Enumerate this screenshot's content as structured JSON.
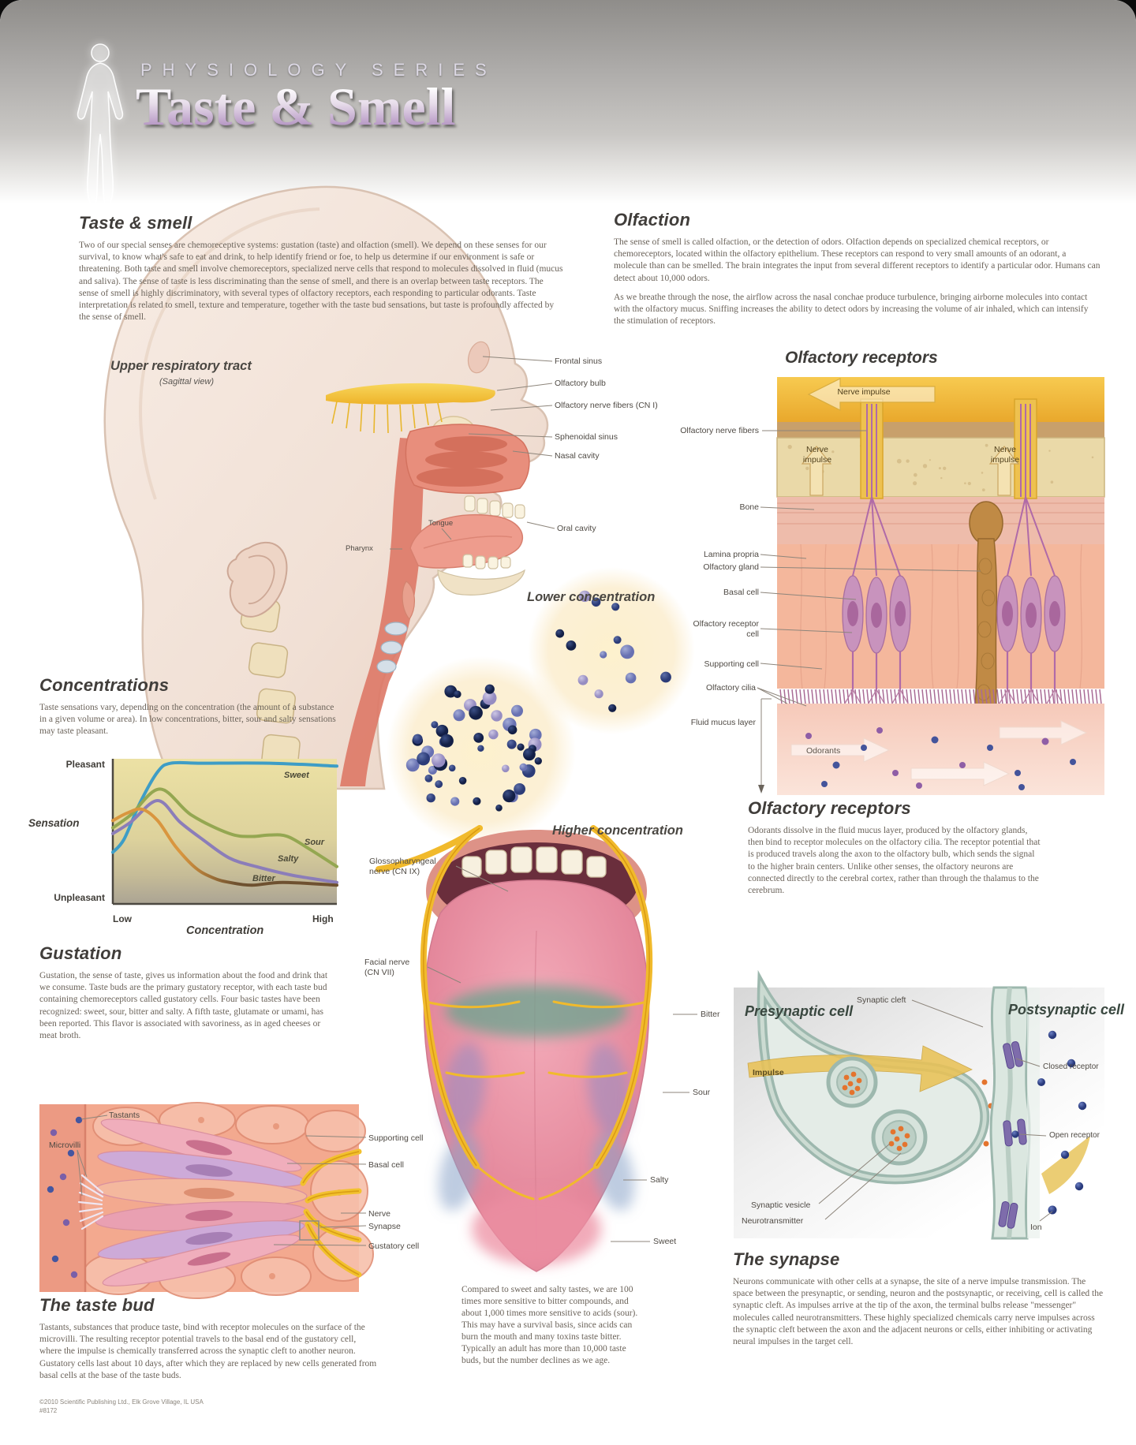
{
  "header": {
    "series": "PHYSIOLOGY SERIES",
    "title": "Taste & Smell"
  },
  "sections": {
    "taste_smell": {
      "title": "Taste & smell",
      "body": "Two of our special senses are chemoreceptive systems: gustation (taste) and olfaction (smell). We depend on these senses for our survival, to know what's safe to eat and drink, to help identify friend or foe, to help us determine if our environment is safe or threatening. Both taste and smell involve chemoreceptors, specialized nerve cells that respond to molecules dissolved in fluid (mucus and saliva). The sense of taste is less discriminating than the sense of smell, and there is an overlap between taste receptors. The sense of smell is highly discriminatory, with several types of olfactory receptors, each responding to particular odorants. Taste interpretation is related to smell, texture and temperature, together with the taste bud sensations, but taste is profoundly affected by the sense of smell."
    },
    "olfaction": {
      "title": "Olfaction",
      "p1": "The sense of smell is called olfaction, or the detection of odors. Olfaction depends on specialized chemical receptors, or chemoreceptors, located within the olfactory epithelium. These receptors can respond to very small amounts of an odorant, a molecule than can be smelled. The brain integrates the input from several different receptors to identify a particular odor. Humans can detect about 10,000 odors.",
      "p2": "As we breathe through the nose, the airflow across the nasal conchae produce turbulence, bringing airborne molecules into contact with the olfactory mucus. Sniffing increases the ability to detect odors by increasing the volume of air inhaled, which can intensify the stimulation of receptors."
    },
    "concentrations": {
      "title": "Concentrations",
      "body": "Taste sensations vary, depending on the concentration (the amount of a substance in a given volume or area). In low concentrations, bitter, sour and salty sensations may taste pleasant."
    },
    "gustation": {
      "title": "Gustation",
      "body": "Gustation, the sense of taste, gives us information about the food and drink that we consume. Taste buds are the primary gustatory receptor, with each taste bud containing chemoreceptors called gustatory cells. Four basic tastes have been recognized: sweet, sour, bitter and salty. A fifth taste, glutamate or umami, has been reported. This flavor is associated with savoriness, as in aged cheeses or meat broth."
    },
    "olfactory_receptors": {
      "title": "Olfactory receptors",
      "body": "Odorants dissolve in the fluid mucus layer, produced by the olfactory glands, then bind to receptor molecules on the olfactory cilia. The receptor potential that is produced travels along the axon to the olfactory bulb, which sends the signal to the higher brain centers. Unlike other senses, the olfactory neurons are connected directly to the cerebral cortex, rather than through the thalamus to the cerebrum."
    },
    "taste_bud": {
      "title": "The taste bud",
      "body": "Tastants, substances that produce taste, bind with receptor molecules on the surface of the microvilli. The resulting receptor potential travels to the basal end of the gustatory cell, where the impulse is chemically transferred across the synaptic cleft to another neuron. Gustatory cells last about 10 days, after which they are replaced by new cells generated from basal cells at the base of the taste buds."
    },
    "synapse": {
      "title": "The synapse",
      "body": "Neurons communicate with other cells at a synapse, the site of a nerve impulse transmission. The space between the presynaptic, or sending, neuron and the postsynaptic, or receiving, cell is called the synaptic cleft. As impulses arrive at the tip of the axon, the terminal bulbs release \"messenger\" molecules called neurotransmitters. These highly specialized chemicals carry nerve impulses across the synaptic cleft between the axon and the adjacent neurons or cells, either inhibiting or activating neural impulses in the target cell."
    },
    "sensitivity_note": "Compared to sweet and salty tastes, we are 100 times more sensitive to bitter compounds, and about 1,000 times more sensitive to acids (sour). This may have a survival basis, since acids can burn the mouth and many toxins taste bitter. Typically an adult has more than 10,000 taste buds, but the number declines as we age."
  },
  "diagrams": {
    "head": {
      "title": "Upper respiratory tract",
      "subtitle": "(Sagittal view)",
      "labels": {
        "frontal_sinus": "Frontal sinus",
        "olfactory_bulb": "Olfactory bulb",
        "olfactory_nerve_fibers": "Olfactory nerve fibers (CN I)",
        "sphenoidal_sinus": "Sphenoidal sinus",
        "nasal_cavity": "Nasal cavity",
        "oral_cavity": "Oral cavity",
        "tongue": "Tongue",
        "pharynx": "Pharynx"
      }
    },
    "olfactory": {
      "title": "Olfactory receptors",
      "labels": {
        "nerve_impulse": "Nerve impulse",
        "olfactory_nerve_fibers": "Olfactory nerve fibers",
        "bone": "Bone",
        "lamina_propria": "Lamina propria",
        "olfactory_gland": "Olfactory gland",
        "basal_cell": "Basal cell",
        "olfactory_receptor_cell": "Olfactory receptor cell",
        "supporting_cell": "Supporting cell",
        "olfactory_cilia": "Olfactory cilia",
        "fluid_mucus_layer": "Fluid mucus layer",
        "odorants": "Odorants"
      }
    },
    "concentration": {
      "lower": "Lower concentration",
      "higher": "Higher concentration"
    },
    "taste_bud": {
      "labels": {
        "tastants": "Tastants",
        "microvilli": "Microvilli",
        "supporting_cell": "Supporting cell",
        "basal_cell": "Basal cell",
        "nerve": "Nerve",
        "synapse": "Synapse",
        "gustatory_cell": "Gustatory cell"
      }
    },
    "tongue": {
      "labels": {
        "glossopharyngeal": "Glossopharyngeal nerve (CN IX)",
        "facial": "Facial nerve (CN VII)",
        "bitter": "Bitter",
        "sour": "Sour",
        "salty": "Salty",
        "sweet": "Sweet"
      }
    },
    "synapse": {
      "labels": {
        "presynaptic": "Presynaptic cell",
        "postsynaptic": "Postsynaptic cell",
        "synaptic_cleft": "Synaptic cleft",
        "impulse": "Impulse",
        "closed_receptor": "Closed receptor",
        "open_receptor": "Open receptor",
        "synaptic_vesicle": "Synaptic vesicle",
        "neurotransmitter": "Neurotransmitter",
        "ion": "Ion"
      }
    }
  },
  "chart_data": {
    "type": "line",
    "title": "",
    "xlabel": "Concentration",
    "ylabel": "Sensation",
    "x_tick_labels": [
      "Low",
      "High"
    ],
    "y_axis_top_label": "Pleasant",
    "y_axis_bottom_label": "Unpleasant",
    "x_range": [
      0,
      100
    ],
    "y_range": [
      0,
      100
    ],
    "grid": false,
    "legend_position": "inline",
    "series": [
      {
        "name": "Sweet",
        "color": "#3e9dc6",
        "x": [
          0,
          5,
          12,
          20,
          26,
          40,
          70,
          100
        ],
        "y": [
          36,
          45,
          70,
          92,
          98,
          98,
          98,
          96
        ]
      },
      {
        "name": "Sour",
        "color": "#94a751",
        "x": [
          0,
          8,
          21,
          35,
          52,
          62,
          70,
          78,
          88,
          100
        ],
        "y": [
          53,
          62,
          80,
          62,
          49,
          47,
          48,
          47,
          38,
          26
        ]
      },
      {
        "name": "Salty",
        "color": "#8b7db9",
        "x": [
          0,
          8,
          20,
          30,
          40,
          52,
          64,
          80,
          100
        ],
        "y": [
          49,
          57,
          72,
          57,
          45,
          32,
          26,
          20,
          15
        ]
      },
      {
        "name": "Bitter",
        "color": "#d9963f",
        "color_end": "#6e5130",
        "x": [
          0,
          6,
          13,
          20,
          28,
          37,
          45,
          52,
          62,
          76,
          100
        ],
        "y": [
          58,
          63,
          66,
          58,
          40,
          25,
          18,
          15,
          13,
          15,
          13
        ]
      }
    ]
  },
  "footer": {
    "credit": "©2010 Scientific Publishing Ltd., Elk Grove Village, IL USA",
    "item": "#8172"
  }
}
